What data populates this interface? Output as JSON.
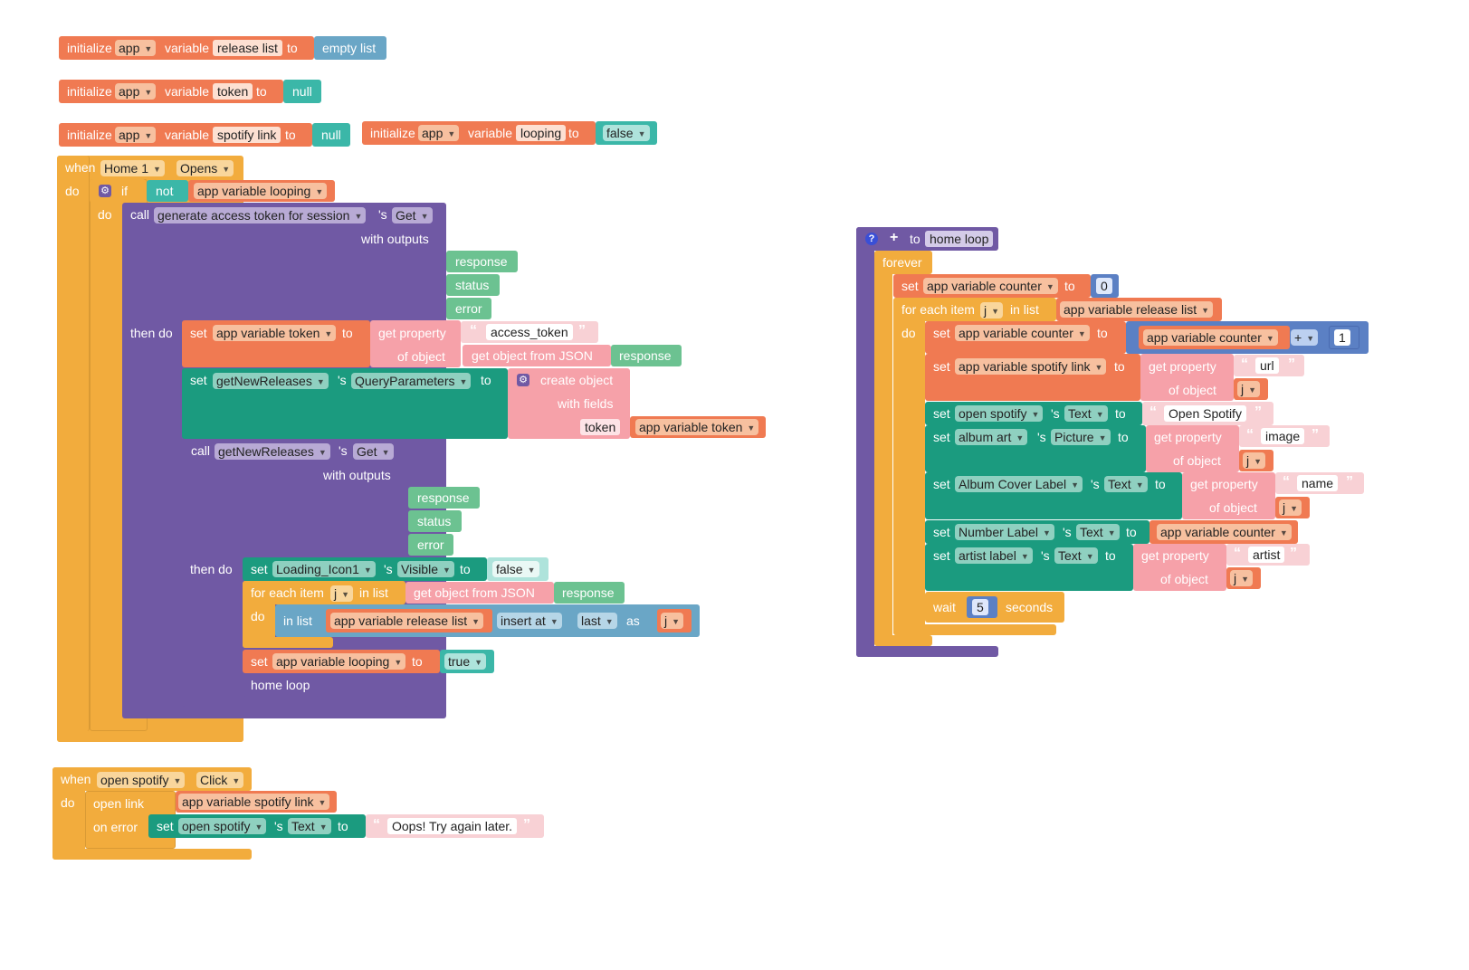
{
  "globals": {
    "release_list": {
      "kw": "initialize",
      "scope": "app",
      "var": "variable",
      "name": "release list",
      "to": "to",
      "value": "empty list"
    },
    "token": {
      "kw": "initialize",
      "scope": "app",
      "var": "variable",
      "name": "token",
      "to": "to",
      "value": "null"
    },
    "spotify_link": {
      "kw": "initialize",
      "scope": "app",
      "var": "variable",
      "name": "spotify link",
      "to": "to",
      "value": "null"
    },
    "looping": {
      "kw": "initialize",
      "scope": "app",
      "var": "variable",
      "name": "looping",
      "to": "to",
      "value": "false"
    }
  },
  "home_opens": {
    "when": "when",
    "component": "Home 1",
    "event": "Opens",
    "do": "do",
    "if": "if",
    "not": "not",
    "cond_var": "app variable looping",
    "do2": "do",
    "call": "call",
    "call_target": "generate access token for session",
    "poss": "'s",
    "method": "Get",
    "with_outputs": "with outputs",
    "outputs": [
      "response",
      "status",
      "error"
    ],
    "then_do": "then do",
    "set_token": {
      "set": "set",
      "var": "app variable token",
      "to": "to",
      "get_property": "get property",
      "key": "access_token",
      "of_object": "of object",
      "json": "get object from JSON",
      "arg": "response"
    },
    "set_params": {
      "set": "set",
      "comp": "getNewReleases",
      "poss": "'s",
      "prop": "QueryParameters",
      "to": "to",
      "create": "create object",
      "with_fields": "with fields",
      "field": "token",
      "field_val": "app variable token"
    },
    "call2": {
      "call": "call",
      "target": "getNewReleases",
      "poss": "'s",
      "method": "Get",
      "with_outputs": "with outputs",
      "outputs": [
        "response",
        "status",
        "error"
      ],
      "then_do": "then do"
    },
    "set_loading": {
      "set": "set",
      "comp": "Loading_Icon1",
      "poss": "'s",
      "prop": "Visible",
      "to": "to",
      "value": "false"
    },
    "foreach": {
      "for_each": "for each item",
      "item": "j",
      "in_list": "in list",
      "json": "get object from JSON",
      "arg": "response",
      "do": "do",
      "in_list2": "in list",
      "list_var": "app variable release list",
      "insert": "insert at",
      "pos": "last",
      "as": "as",
      "as_var": "j"
    },
    "set_looping": {
      "set": "set",
      "var": "app variable looping",
      "to": "to",
      "value": "true"
    },
    "home_loop": "home loop"
  },
  "open_spotify_click": {
    "when": "when",
    "component": "open spotify",
    "event": "Click",
    "do": "do",
    "open_link": "open link",
    "link_var": "app variable spotify link",
    "on_error": "on error",
    "set": "set",
    "comp": "open spotify",
    "poss": "'s",
    "prop": "Text",
    "to": "to",
    "text": "Oops! Try again later."
  },
  "home_loop_proc": {
    "help": "?",
    "plus": "+",
    "to": "to",
    "name": "home loop",
    "forever": "forever",
    "set_counter": {
      "set": "set",
      "var": "app variable counter",
      "to": "to",
      "value": "0"
    },
    "foreach": {
      "for_each": "for each item",
      "item": "j",
      "in_list": "in list",
      "list_var": "app variable release list",
      "do": "do"
    },
    "inc": {
      "set": "set",
      "var": "app variable counter",
      "to": "to",
      "lhs": "app variable counter",
      "op": "+",
      "rhs": "1"
    },
    "set_link": {
      "set": "set",
      "var": "app variable spotify link",
      "to": "to",
      "get_property": "get property",
      "key": "url",
      "of_object": "of object",
      "obj": "j"
    },
    "set_open_text": {
      "set": "set",
      "comp": "open spotify",
      "poss": "'s",
      "prop": "Text",
      "to": "to",
      "text": "Open Spotify"
    },
    "set_album": {
      "set": "set",
      "comp": "album art",
      "poss": "'s",
      "prop": "Picture",
      "to": "to",
      "get_property": "get property",
      "key": "image",
      "of_object": "of object",
      "obj": "j"
    },
    "set_cover": {
      "set": "set",
      "comp": "Album Cover Label",
      "poss": "'s",
      "prop": "Text",
      "to": "to",
      "get_property": "get property",
      "key": "name",
      "of_object": "of object",
      "obj": "j"
    },
    "set_number": {
      "set": "set",
      "comp": "Number Label",
      "poss": "'s",
      "prop": "Text",
      "to": "to",
      "var": "app variable counter"
    },
    "set_artist": {
      "set": "set",
      "comp": "artist label",
      "poss": "'s",
      "prop": "Text",
      "to": "to",
      "get_property": "get property",
      "key": "artist",
      "of_object": "of object",
      "obj": "j"
    },
    "wait": {
      "wait": "wait",
      "value": "5",
      "seconds": "seconds"
    }
  },
  "colors": {
    "variables": "#f07a52",
    "events": "#f2ac3d",
    "components": "#1b9b7f",
    "calls": "#7059a4",
    "objects": "#f6a1a9",
    "lists": "#6aa6c6",
    "logic": "#3bb7a8",
    "math": "#5b80c4"
  }
}
